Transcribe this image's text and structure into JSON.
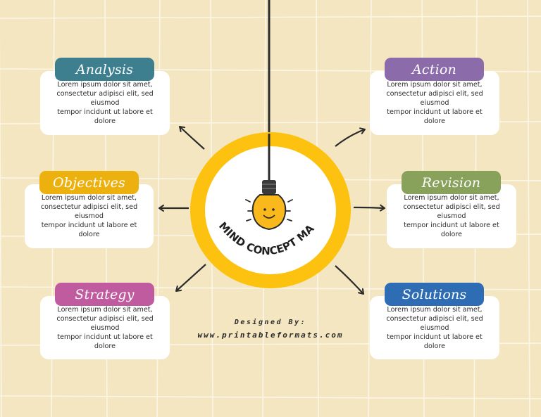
{
  "title": "MIND CONCEPT MAP",
  "colors": {
    "background": "#f3e6c0",
    "grid_line": "#fbf6e8",
    "hub_ring": "#fdc20f",
    "bulb": "#f9b91c"
  },
  "branches": [
    {
      "id": "analysis",
      "label": "Analysis",
      "color": "#3e7f8f",
      "text": [
        "Lorem ipsum dolor sit amet,",
        "consectetur adipisci elit, sed eiusmod",
        "tempor incidunt ut labore et dolore"
      ]
    },
    {
      "id": "action",
      "label": "Action",
      "color": "#8c6bab",
      "text": [
        "Lorem ipsum dolor sit amet,",
        "consectetur adipisci elit, sed eiusmod",
        "tempor incidunt ut labore et dolore"
      ]
    },
    {
      "id": "objectives",
      "label": "Objectives",
      "color": "#edb10f",
      "text": [
        "Lorem ipsum dolor sit amet,",
        "consectetur adipisci elit, sed eiusmod",
        "tempor incidunt ut labore et dolore"
      ]
    },
    {
      "id": "revision",
      "label": "Revision",
      "color": "#88a15b",
      "text": [
        "Lorem ipsum dolor sit amet,",
        "consectetur adipisci elit, sed eiusmod",
        "tempor incidunt ut labore et dolore"
      ]
    },
    {
      "id": "strategy",
      "label": "Strategy",
      "color": "#c05b9f",
      "text": [
        "Lorem ipsum dolor sit amet,",
        "consectetur adipisci elit, sed eiusmod",
        "tempor incidunt ut labore et dolore"
      ]
    },
    {
      "id": "solutions",
      "label": "Solutions",
      "color": "#2e6db4",
      "text": [
        "Lorem ipsum dolor sit amet,",
        "consectetur adipisci elit, sed eiusmod",
        "tempor incidunt ut labore et dolore"
      ]
    }
  ],
  "credit": {
    "designed_by": "Designed By:",
    "website": "www.printableformats.com"
  }
}
